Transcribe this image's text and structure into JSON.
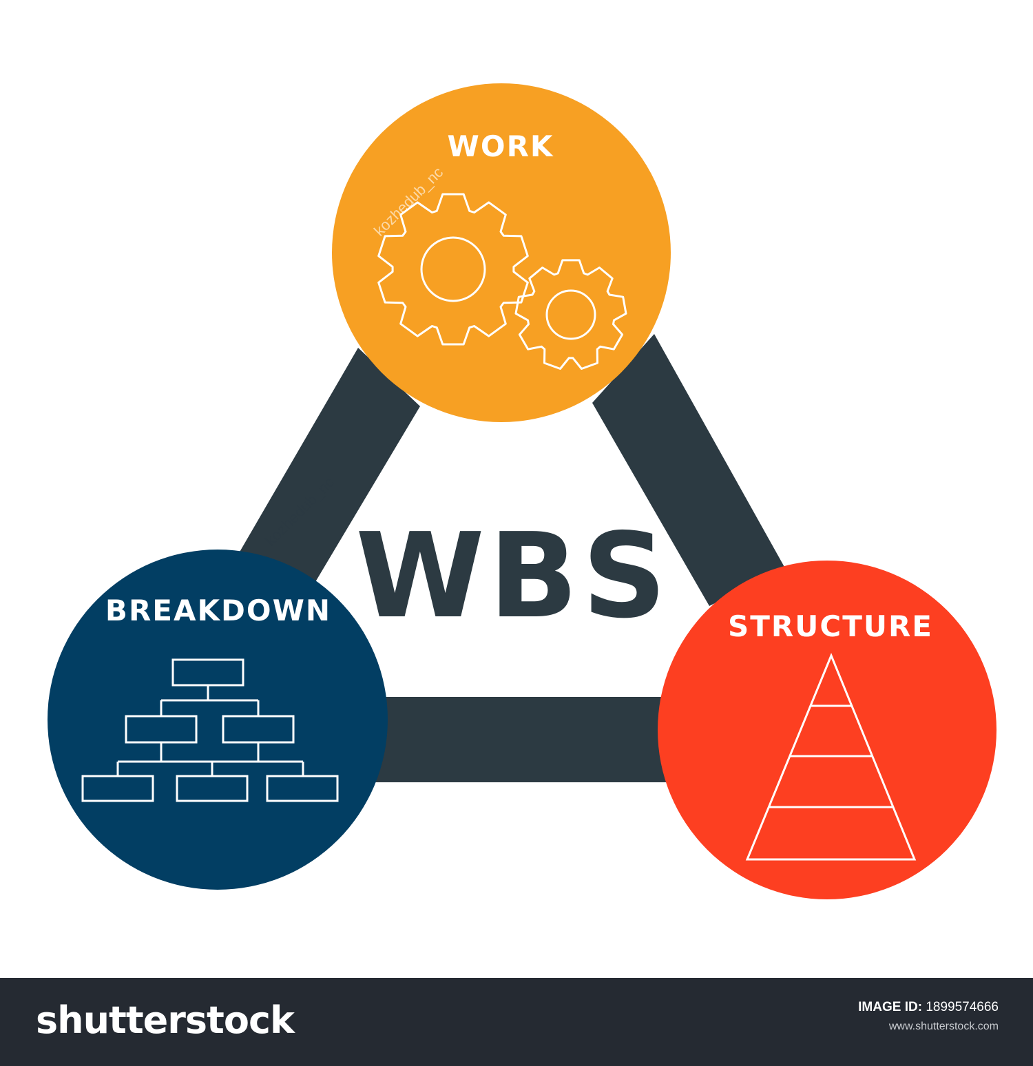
{
  "title": "WBS",
  "nodes": {
    "work": {
      "label": "WORK",
      "color": "#f7a023",
      "icon": "gears-icon"
    },
    "breakdown": {
      "label": "BREAKDOWN",
      "color": "#023e63",
      "icon": "org-chart-icon"
    },
    "structure": {
      "label": "STRUCTURE",
      "color": "#fd3f21",
      "icon": "pyramid-icon"
    }
  },
  "connector_color": "#2c3a42",
  "watermark": {
    "author": "kozhedub_nc"
  },
  "footer": {
    "brand": "shutterstock",
    "image_id_label": "IMAGE ID:",
    "image_id": "1899574666",
    "url": "www.shutterstock.com"
  }
}
